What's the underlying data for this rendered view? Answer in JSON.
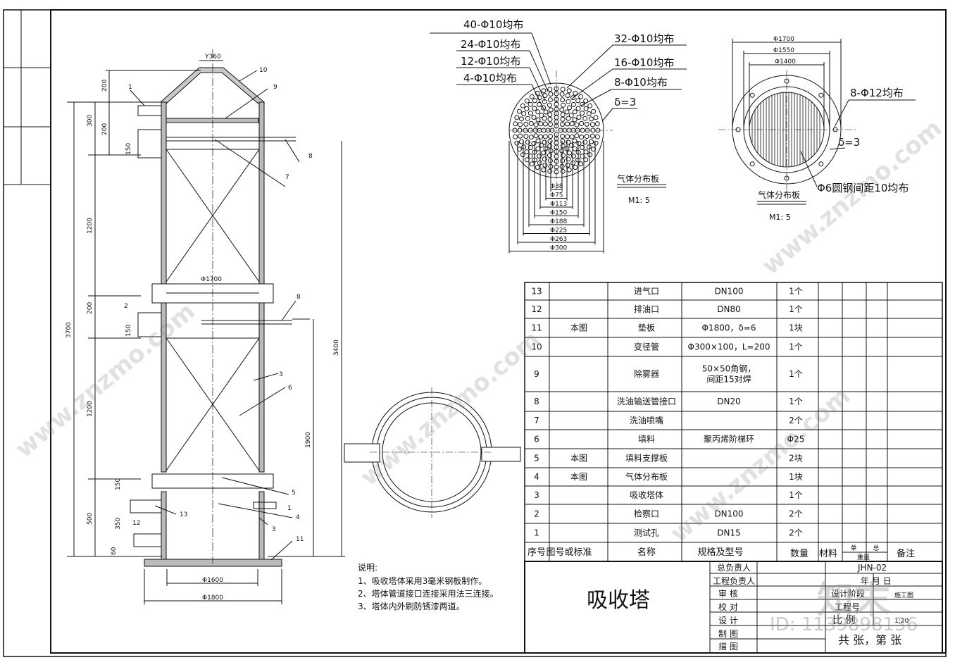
{
  "drawing_title": "吸收塔",
  "drawing_no": "JHN-02",
  "notes": {
    "heading": "说明:",
    "items": [
      "1、吸收塔体采用3毫米钢板制作。",
      "2、塔体管道接口连接采用法三连接。",
      "3、塔体内外刷防锈漆两道。"
    ]
  },
  "tower": {
    "top_label": "Y360",
    "body_dia": "Φ1700",
    "base_dia_1": "Φ1600",
    "base_dia_2": "Φ1800",
    "left_dims": [
      "200",
      "300",
      "200",
      "150",
      "1200",
      "200",
      "150",
      "1200",
      "150",
      "350",
      "500",
      "60"
    ],
    "total_left": "3700",
    "right_dims": [
      "3400",
      "1900"
    ],
    "callouts": [
      "1",
      "10",
      "9",
      "8",
      "7",
      "2",
      "8",
      "3",
      "6",
      "5",
      "4",
      "1",
      "3",
      "11",
      "13",
      "12"
    ]
  },
  "plate1": {
    "holes": [
      "40-Φ10均布",
      "24-Φ10均布",
      "12-Φ10均布",
      "4-Φ10均布",
      "32-Φ10均布",
      "16-Φ10均布",
      "8-Φ10均布",
      "δ=3"
    ],
    "dims": [
      "Φ38",
      "Φ75",
      "Φ113",
      "Φ150",
      "Φ188",
      "Φ225",
      "Φ263",
      "Φ300"
    ],
    "title": "气体分布板",
    "scale": "M1: 5"
  },
  "plate2": {
    "dims": [
      "Φ1700",
      "Φ1550",
      "Φ1400"
    ],
    "labels": [
      "8-Φ12均布",
      "δ=3",
      "Φ6圆钢间距10均布"
    ],
    "title": "气体分布板",
    "scale": "M1: 5"
  },
  "bom": {
    "header": [
      "序号",
      "图号或标准",
      "名称",
      "规格及型号",
      "数量",
      "材料",
      "单",
      "总",
      "重量",
      "备注"
    ],
    "rows": [
      [
        "13",
        "",
        "进气口",
        "DN100",
        "1个"
      ],
      [
        "12",
        "",
        "排油口",
        "DN80",
        "1个"
      ],
      [
        "11",
        "本图",
        "垫板",
        "Φ1800，δ=6",
        "1块"
      ],
      [
        "10",
        "",
        "变径管",
        "Φ300×100，L=200",
        "1个"
      ],
      [
        "9",
        "",
        "除雾器",
        "50×50角钢，\n间距15对焊",
        "1个"
      ],
      [
        "8",
        "",
        "洗油输送管接口",
        "DN20",
        "1个"
      ],
      [
        "7",
        "",
        "洗油喷嘴",
        "",
        "2个"
      ],
      [
        "6",
        "",
        "填料",
        "聚丙烯阶梯环",
        "Φ25"
      ],
      [
        "5",
        "本图",
        "填料支撑板",
        "",
        "2块"
      ],
      [
        "4",
        "本图",
        "气体分布板",
        "",
        "1块"
      ],
      [
        "3",
        "",
        "吸收塔体",
        "",
        "1个"
      ],
      [
        "2",
        "",
        "检察口",
        "DN100",
        "2个"
      ],
      [
        "1",
        "",
        "测试孔",
        "DN15",
        "2个"
      ]
    ]
  },
  "title_block": {
    "roles": [
      "总负责人",
      "工程负责人",
      "审 核",
      "校 对",
      "设 计",
      "制 图",
      "描 图"
    ],
    "date": "年   月   日",
    "stage": "设计阶段",
    "stage_val": "施工图",
    "proj_no": "工程号",
    "scale_label": "比  例",
    "scale_val": "1:20",
    "sheets": "共  张，第  张"
  },
  "watermark": {
    "site": "www.znzmo.com",
    "brand": "知末",
    "id": "ID: 1139898136"
  }
}
